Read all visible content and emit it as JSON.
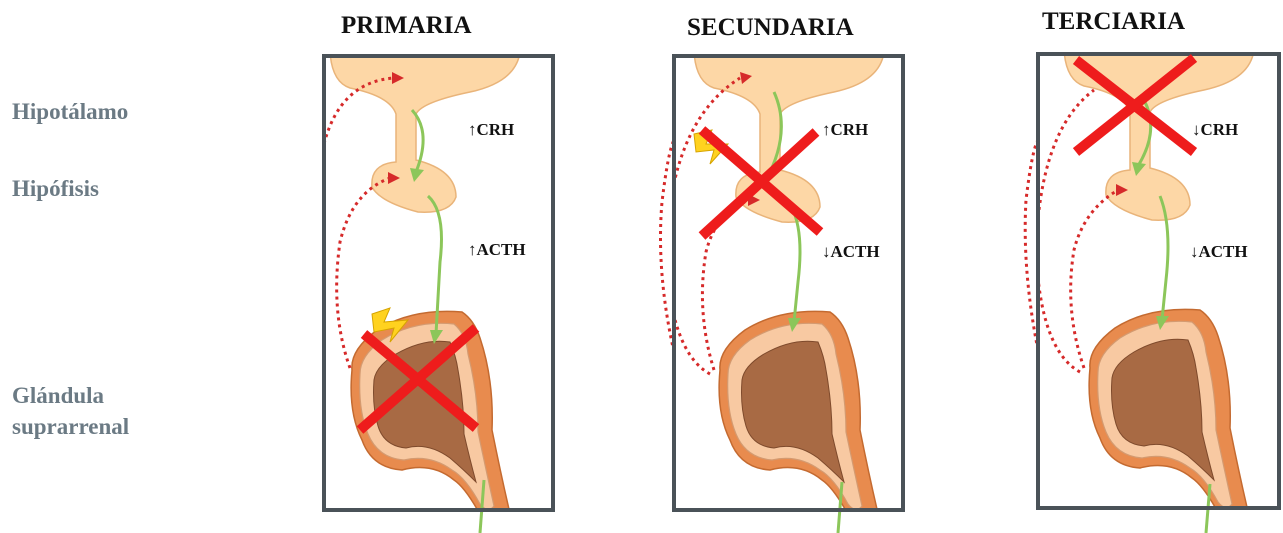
{
  "row_labels": {
    "hypothalamus": "Hipotálamo",
    "pituitary": "Hipófisis",
    "adrenal_line1": "Glándula",
    "adrenal_line2": "suprarrenal"
  },
  "panels": [
    {
      "title": "PRIMARIA",
      "crh": "CRH",
      "crh_arrow": "↑",
      "acth": "ACTH",
      "acth_arrow": "↑",
      "lesion_site": "adrenal"
    },
    {
      "title": "SECUNDARIA",
      "crh": "CRH",
      "crh_arrow": "↑",
      "acth": "ACTH",
      "acth_arrow": "↓",
      "lesion_site": "pituitary"
    },
    {
      "title": "TERCIARIA",
      "crh": "CRH",
      "crh_arrow": "↓",
      "acth": "ACTH",
      "acth_arrow": "↓",
      "lesion_site": "hypothalamus"
    }
  ],
  "colors": {
    "label_gray": "#6b7a84",
    "frame": "#4a5258",
    "tissue": "#fdd7a6",
    "tissue_edge": "#e9b47a",
    "cortex_outer": "#f4b07c",
    "cortex_orange": "#e88b4e",
    "medulla": "#a86a44",
    "stimulation_arrow": "#8cc65a",
    "feedback_arrow": "#d62a2a",
    "cross": "#ee1c1c",
    "lightning": "#ffd21f"
  }
}
